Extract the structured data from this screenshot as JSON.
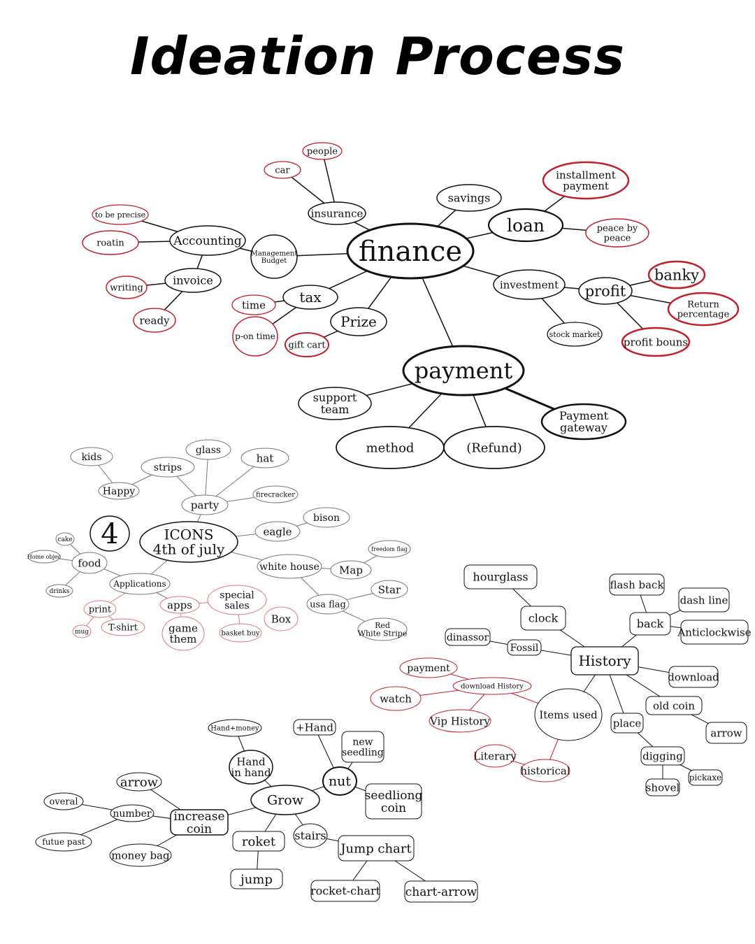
{
  "title": "Ideation Process",
  "colors": {
    "black": "#111111",
    "red": "#c0202c",
    "gray": "#777777",
    "pink": "#d97a80"
  },
  "finance_map": {
    "nodes": {
      "finance": "finance",
      "payment": "payment",
      "loan": "loan",
      "savings": "savings",
      "insurance": "insurance",
      "people": "people",
      "car": "car",
      "installment": [
        "installment",
        "payment"
      ],
      "peace": [
        "peace by",
        "peace"
      ],
      "investment": "investment",
      "profit": "profit",
      "banky": "banky",
      "return": [
        "Return",
        "percentage"
      ],
      "profitbouns": "profit bouns",
      "stockmarket": "stock market",
      "management": [
        "Management",
        "Budget"
      ],
      "accounting": "Accounting",
      "tobeprecise": "to be precise",
      "roatin": "roatin",
      "invoice": "invoice",
      "writing": "writing",
      "ready": "ready",
      "tax": "tax",
      "time": "time",
      "pontime": "p-on time",
      "prize": "Prize",
      "giftcart": "gift cart",
      "support": [
        "support",
        "team"
      ],
      "method": "method",
      "refund": "(Refund)",
      "gateway": [
        "Payment",
        "gateway"
      ]
    }
  },
  "icons_map": {
    "nodes": {
      "four": "4",
      "icons": [
        "ICONS",
        "4th of july"
      ],
      "party": "party",
      "strips": "strips",
      "glass": "glass",
      "hat": "hat",
      "firecracker": "firecracker",
      "happy": "Happy",
      "kids": "kids",
      "eagle": "eagle",
      "bison": "bison",
      "whitehouse": "white house",
      "map": "Map",
      "freedomflag": "freedom flag",
      "usaflag": "usa flag",
      "star": "Star",
      "redwhite": [
        "Red",
        "White Stripe"
      ],
      "applications": "Applications",
      "food": "food",
      "cake": "cake",
      "homeobjec": "Home objec",
      "drinks": "drinks",
      "print": "print",
      "mug": "mug",
      "tshirt": "T-shirt",
      "apps": "apps",
      "special": [
        "special",
        "sales"
      ],
      "basketbuy": "basket buy",
      "box": "Box",
      "game": [
        "game",
        "them"
      ]
    }
  },
  "history_map": {
    "nodes": {
      "history": "History",
      "hourglass": "hourglass",
      "clock": "clock",
      "flashback": "flash back",
      "back": "back",
      "dashline": "dash line",
      "anticlockwise": "Anticlockwise",
      "dinassor": "dinassor",
      "fossil": "Fossil",
      "download": "download",
      "oldcoin": "old coin",
      "arrow": "arrow",
      "place": "place",
      "digging": "digging",
      "shovel": "shovel",
      "pickaxe": "pickaxe",
      "itemsused": "Items used",
      "downloadhistory": "download History",
      "payment": "payment",
      "watch": "watch",
      "vip": "Vip History",
      "literary": "Literary",
      "historical": "historical"
    }
  },
  "grow_map": {
    "nodes": {
      "grow": "Grow",
      "handmoney": "Hand+money",
      "handinhand": [
        "Hand",
        "in hand"
      ],
      "plushand": "+Hand",
      "newseedling": [
        "new",
        "seedling"
      ],
      "nut": "nut",
      "seedliong": [
        "seedliong",
        "coin"
      ],
      "increase": [
        "increase",
        "coin"
      ],
      "arrow": "arrow",
      "number": "number",
      "overal": "overal",
      "futue": "futue past",
      "moneybag": "money bag",
      "roket": "roket",
      "jump": "jump",
      "stairs": "stairs",
      "jumpchart": "Jump chart",
      "rocketchart": "rocket-chart",
      "chartarrow": "chart-arrow"
    }
  }
}
